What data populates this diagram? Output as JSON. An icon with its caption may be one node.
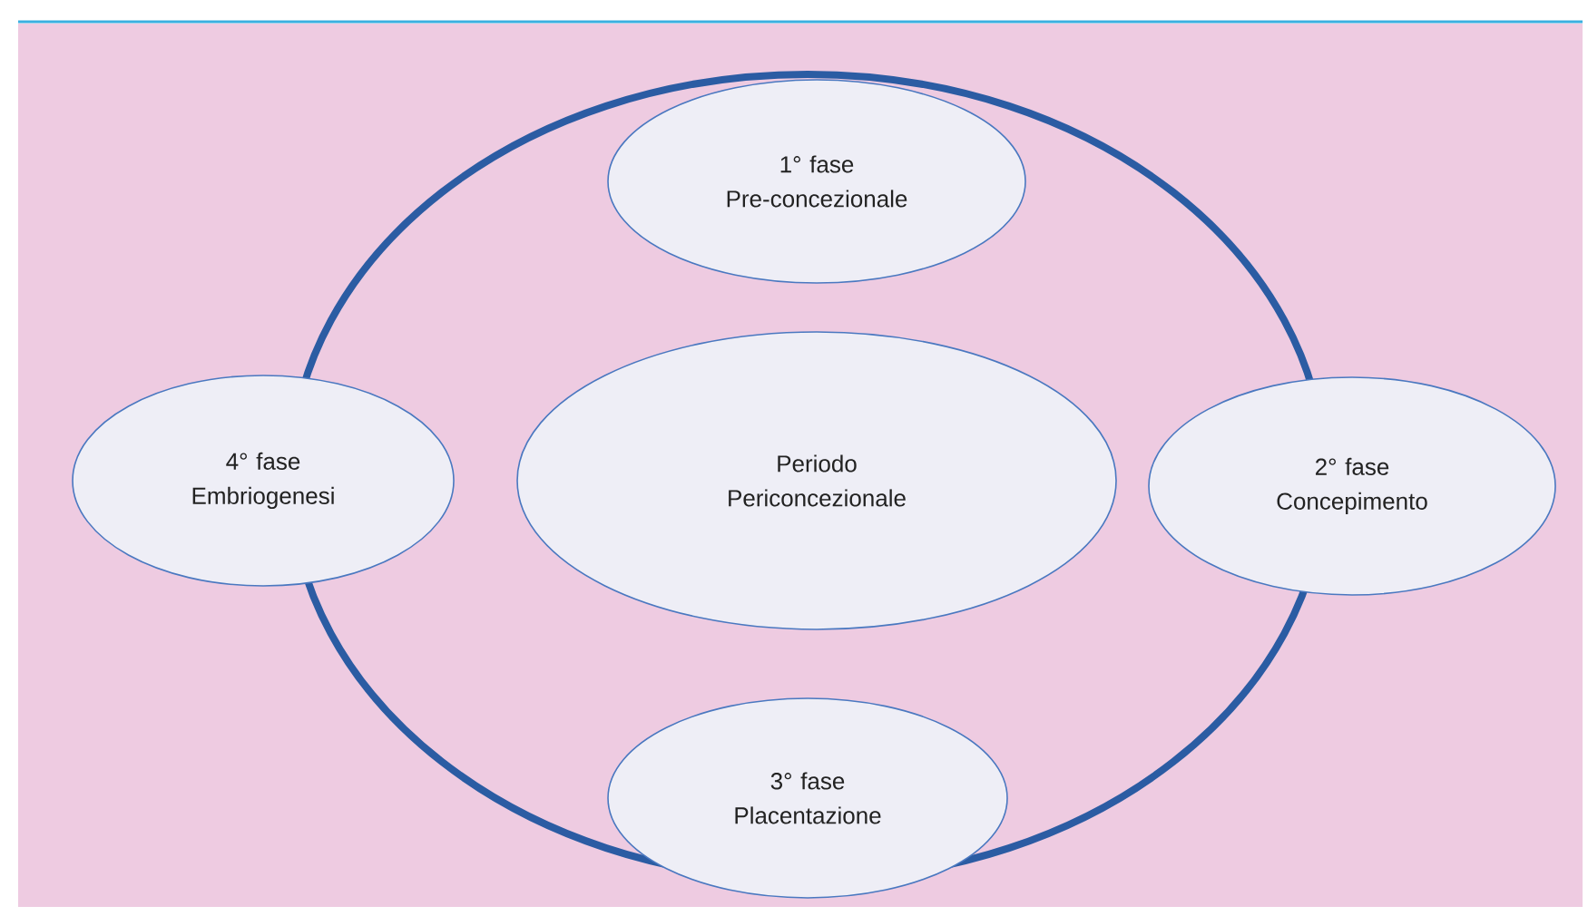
{
  "diagram": {
    "nodes": [
      {
        "text": [
          "1° fase",
          "Pre-concezionale"
        ]
      },
      {
        "text": [
          "4° fase",
          "Embriogenesi"
        ]
      },
      {
        "text": [
          "Periodo Periconcezionale"
        ]
      },
      {
        "text": [
          "2° fase",
          "Concepimento"
        ]
      },
      {
        "text": [
          "3° fase",
          "Placentazione"
        ]
      }
    ]
  }
}
